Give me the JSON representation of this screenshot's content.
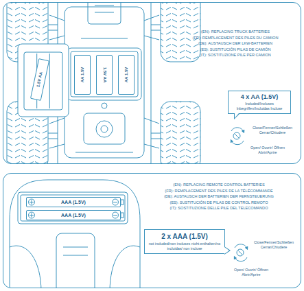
{
  "diagram": {
    "nodes": [
      {
        "text": [
          "(EN): REPLACING TRUCK BATTERIES",
          "(FR): REMPLACEMENT DES PILES DU CAMION",
          "(DE): AUSTAUSCH DER LKW-BATTERIEN",
          "(ES): SUSTITUCIÓN PILAS DE CAMIÓN",
          "(IT): SOSTITUZIONE PILE PER CAMION"
        ]
      },
      {
        "text": [
          "1.5V AA"
        ],
        "in": 0
      },
      {
        "text": [
          "AA 1.5V"
        ],
        "in": 0
      },
      {
        "text": [
          "1.5V AA"
        ],
        "in": 0
      },
      {
        "text": [
          "AA 1.5V"
        ],
        "in": 0
      },
      {
        "text": [
          "4 x AA (1.5V)",
          "Included/Incluses Inbegriffen/Incluidas Incluse"
        ],
        "in": 0
      },
      {
        "text": [
          "(EN): REPLACING REMOTE CONTROL BATTERIES",
          "(FR): REMPLACEMENT DES PILES DE LA TÉLÉCOMMANDE",
          "(DE): AUSTAUSCH DER BATTERIEN DER FERNSTEUERUNG",
          "(ES): SUSTITUCIÓN DE PILAS DE CONTROL REMOTO",
          "(IT): SOSTITUZIONE DELLE PILE DEL TELECOMANDO"
        ]
      },
      {
        "text": [
          "AAA (1.5V)"
        ],
        "in": 6
      },
      {
        "text": [
          "AAA (1.5V)"
        ],
        "in": 6
      },
      {
        "text": [
          "2 x AAA (1.5V)",
          "not included/non incluses nicht enthalten/no incluidas/ non incluse"
        ],
        "in": 6
      }
    ],
    "labels": [
      "Close/Fermer/Schließen Cerrar/Chiudere",
      "Open/ Ouvrir/ Öffnen Abrir/Aprire",
      "Close/Fermer/Schließen Cerrar/Chiudere",
      "Open/ Ouvrir/ Öffnen Abrir/Aprire"
    ]
  }
}
